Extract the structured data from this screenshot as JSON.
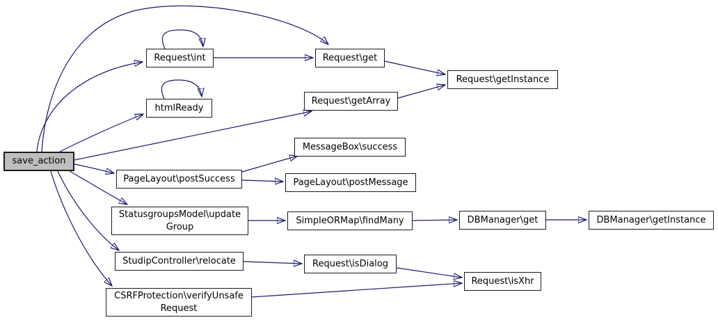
{
  "diagram_type": "call-graph",
  "colors": {
    "edge": "#191970",
    "node_border": "#1a1a1a",
    "node_fill": "#ffffff",
    "root_fill": "#bebebe"
  },
  "nodes": [
    {
      "id": "save-action",
      "label": "save_action",
      "root": true
    },
    {
      "id": "request-int",
      "label": "Request\\int"
    },
    {
      "id": "request-get",
      "label": "Request\\get"
    },
    {
      "id": "request-getinstance",
      "label": "Request\\getInstance"
    },
    {
      "id": "htmlready",
      "label": "htmlReady"
    },
    {
      "id": "request-getarray",
      "label": "Request\\getArray"
    },
    {
      "id": "messagebox-success",
      "label": "MessageBox\\success"
    },
    {
      "id": "pagelayout-postsuccess",
      "label": "PageLayout\\postSuccess"
    },
    {
      "id": "pagelayout-postmessage",
      "label": "PageLayout\\postMessage"
    },
    {
      "id": "statusgroupsmodel-updategroup",
      "label": "StatusgroupsModel\\updateGroup",
      "line1": "StatusgroupsModel\\update",
      "line2": "Group"
    },
    {
      "id": "simpleormap-findmany",
      "label": "SimpleORMap\\findMany"
    },
    {
      "id": "dbmanager-get",
      "label": "DBManager\\get"
    },
    {
      "id": "dbmanager-getinstance",
      "label": "DBManager\\getInstance"
    },
    {
      "id": "studipcontroller-relocate",
      "label": "StudipController\\relocate"
    },
    {
      "id": "request-isdialog",
      "label": "Request\\isDialog"
    },
    {
      "id": "csrfprotection-verifyunsaferequest",
      "label": "CSRFProtection\\verifyUnsafeRequest",
      "line1": "CSRFProtection\\verifyUnsafe",
      "line2": "Request"
    },
    {
      "id": "request-isxhr",
      "label": "Request\\isXhr"
    }
  ],
  "edges": [
    {
      "from": "save-action",
      "to": "request-get"
    },
    {
      "from": "save-action",
      "to": "request-int"
    },
    {
      "from": "save-action",
      "to": "htmlready"
    },
    {
      "from": "save-action",
      "to": "request-getarray"
    },
    {
      "from": "save-action",
      "to": "pagelayout-postsuccess"
    },
    {
      "from": "save-action",
      "to": "statusgroupsmodel-updategroup"
    },
    {
      "from": "save-action",
      "to": "studipcontroller-relocate"
    },
    {
      "from": "save-action",
      "to": "csrfprotection-verifyunsaferequest"
    },
    {
      "from": "request-int",
      "to": "request-int"
    },
    {
      "from": "request-int",
      "to": "request-get"
    },
    {
      "from": "request-get",
      "to": "request-getinstance"
    },
    {
      "from": "request-getarray",
      "to": "request-getinstance"
    },
    {
      "from": "htmlready",
      "to": "htmlready"
    },
    {
      "from": "pagelayout-postsuccess",
      "to": "messagebox-success"
    },
    {
      "from": "pagelayout-postsuccess",
      "to": "pagelayout-postmessage"
    },
    {
      "from": "statusgroupsmodel-updategroup",
      "to": "simpleormap-findmany"
    },
    {
      "from": "simpleormap-findmany",
      "to": "dbmanager-get"
    },
    {
      "from": "dbmanager-get",
      "to": "dbmanager-getinstance"
    },
    {
      "from": "studipcontroller-relocate",
      "to": "request-isdialog"
    },
    {
      "from": "request-isdialog",
      "to": "request-isxhr"
    },
    {
      "from": "csrfprotection-verifyunsaferequest",
      "to": "request-isxhr"
    }
  ]
}
